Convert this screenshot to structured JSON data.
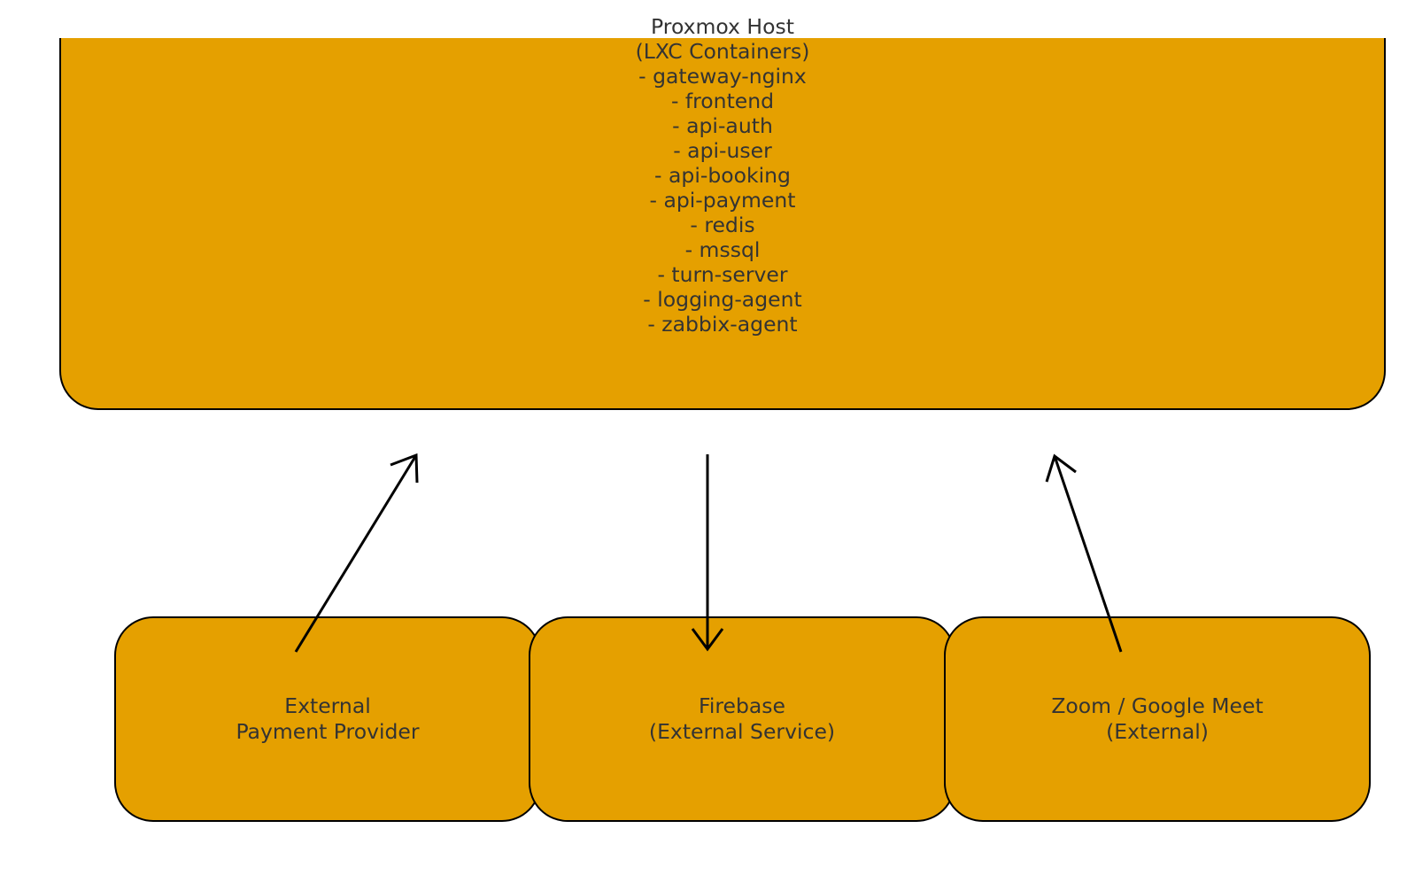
{
  "colors": {
    "node_fill": "#E5A000",
    "node_border": "#000000",
    "text": "#333333",
    "edge": "#000000",
    "background": "#FFFFFF"
  },
  "host": {
    "lines": [
      "Proxmox Host",
      "(LXC Containers)",
      "- gateway-nginx",
      "- frontend",
      "- api-auth",
      "- api-user",
      "- api-booking",
      "- api-payment",
      "- redis",
      "- mssql",
      "- turn-server",
      "- logging-agent",
      "- zabbix-agent"
    ]
  },
  "nodes": {
    "payment": {
      "line1": "External",
      "line2": "Payment Provider"
    },
    "firebase": {
      "line1": "Firebase",
      "line2": "(External Service)"
    },
    "zoom": {
      "line1": "Zoom / Google Meet",
      "line2": "(External)"
    }
  },
  "edges": [
    {
      "from": "payment",
      "to": "host",
      "direction": "to-host"
    },
    {
      "from": "host",
      "to": "firebase",
      "direction": "to-node"
    },
    {
      "from": "zoom",
      "to": "host",
      "direction": "to-host"
    }
  ]
}
